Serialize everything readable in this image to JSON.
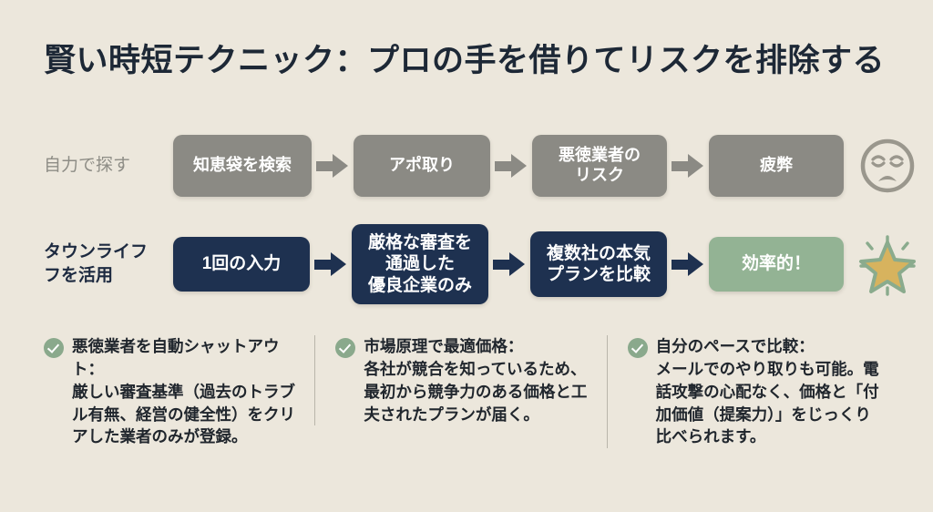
{
  "title": "賢い時短テクニック：プロの手を借りてリスクを排除する",
  "flow": {
    "rows": [
      {
        "label": "自力で探す",
        "style": "grey",
        "nodes": [
          "知恵袋を検索",
          "アポ取り",
          "悪徳業者の\nリスク",
          "疲弊"
        ],
        "end_icon": "weary-face-icon"
      },
      {
        "label": "タウンライフ\nフを活用",
        "style": "navy",
        "nodes": [
          "1回の入力",
          "厳格な審査を\n通過した\n優良企業のみ",
          "複数社の本気\nプランを比較",
          "効率的！"
        ],
        "end_icon": "glowing-star-icon"
      }
    ]
  },
  "benefits": [
    {
      "icon": "check-circle-icon",
      "text": "悪徳業者を自動シャットアウト：\n厳しい審査基準（過去のトラブル有無、経営の健全性）をクリアした業者のみが登録。"
    },
    {
      "icon": "check-circle-icon",
      "text": "市場原理で最適価格：\n各社が競合を知っているため、最初から競争力のある価格と工夫されたプランが届く。"
    },
    {
      "icon": "check-circle-icon",
      "text": "自分のペースで比較：\nメールでのやり取りも可能。電話攻撃の心配なく、価格と「付加価値（提案力）」をじっくり比べられます。"
    }
  ],
  "colors": {
    "background": "#ece7dc",
    "grey_node": "#8b8a84",
    "navy_node": "#1e3150",
    "green_node": "#93b394",
    "check_green": "#8aa98c",
    "star_fill": "#d7b35e",
    "star_stroke": "#8aab8d",
    "title_text": "#1d2836"
  }
}
